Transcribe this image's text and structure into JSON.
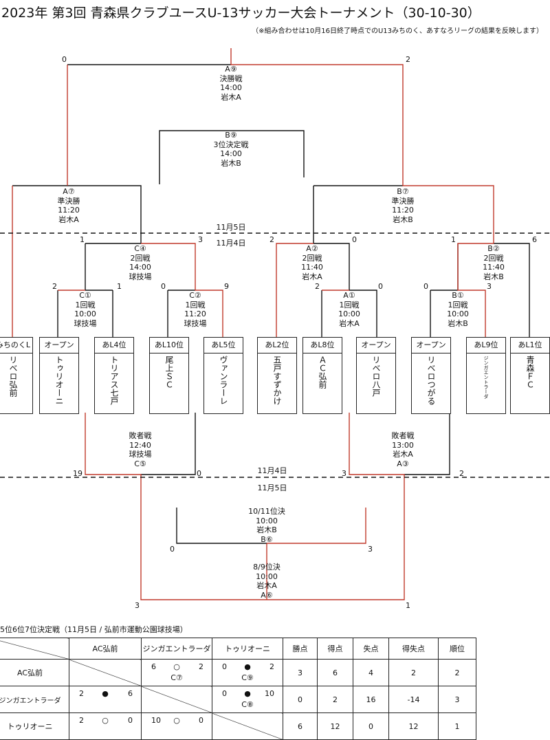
{
  "title": "2023年 第3回 青森県クラブユースU-13サッカー大会トーナメント（30-10-30）",
  "note": "（※組み合わせは10月16日終了時点でのU13みちのく、あすなろリーグの結果を反映します）",
  "days": {
    "nov5_top": "11月5日",
    "nov4_top": "11月4日",
    "nov4_bot": "11月4日",
    "nov5_bot": "11月5日"
  },
  "matches": {
    "final": {
      "code": "A⑨",
      "name": "決勝戦",
      "time": "14:00",
      "venue": "岩木A"
    },
    "third": {
      "code": "B⑨",
      "name": "3位決定戦",
      "time": "14:00",
      "venue": "岩木B"
    },
    "sfA": {
      "code": "A⑦",
      "name": "準決勝",
      "time": "11:20",
      "venue": "岩木A"
    },
    "sfB": {
      "code": "B⑦",
      "name": "準決勝",
      "time": "11:20",
      "venue": "岩木B"
    },
    "r2C": {
      "code": "C④",
      "name": "2回戦",
      "time": "14:00",
      "venue": "球技場"
    },
    "r2A": {
      "code": "A②",
      "name": "2回戦",
      "time": "11:40",
      "venue": "岩木A"
    },
    "r2B": {
      "code": "B②",
      "name": "2回戦",
      "time": "11:40",
      "venue": "岩木B"
    },
    "r1C1": {
      "code": "C①",
      "name": "1回戦",
      "time": "10:00",
      "venue": "球技場"
    },
    "r1C2": {
      "code": "C②",
      "name": "1回戦",
      "time": "11:20",
      "venue": "球技場"
    },
    "r1A1": {
      "code": "A①",
      "name": "1回戦",
      "time": "10:00",
      "venue": "岩木A"
    },
    "r1B1": {
      "code": "B①",
      "name": "1回戦",
      "time": "10:00",
      "venue": "岩木B"
    },
    "lsC": {
      "name": "敗者戦",
      "time": "12:40",
      "venue": "球技場",
      "code": "C⑤"
    },
    "lsA": {
      "name": "敗者戦",
      "time": "13:00",
      "venue": "岩木A",
      "code": "A③"
    },
    "p1011": {
      "name": "10/11位決",
      "time": "10:00",
      "venue": "岩木B",
      "code": "B⑥"
    },
    "p89": {
      "name": "8/9位決",
      "time": "10:00",
      "venue": "岩木A",
      "code": "A⑥"
    }
  },
  "scores": {
    "f_l": "0",
    "f_r": "2",
    "sfA_l": "1",
    "sfA_r": "3",
    "sfB_l": "2",
    "sfB_r": "0",
    "sfB2_l": "1",
    "sfB2_r": "6",
    "c1_l": "2",
    "c1_r": "1",
    "c2_l": "0",
    "c2_r": "9",
    "a1_l": "2",
    "a1_r": "0",
    "b1_l": "0",
    "b1_r": "3",
    "lsC_l": "19",
    "lsC_r": "0",
    "lsA_l": "3",
    "lsA_r": "2",
    "p1011_l": "0",
    "p1011_r": "3",
    "p89_l": "3",
    "p89_r": "1"
  },
  "teams": [
    {
      "tag": "みちのくL",
      "name": "リベロ弘前"
    },
    {
      "tag": "オープン",
      "name": "トゥリオーニ"
    },
    {
      "tag": "あL4位",
      "name": "トリアス七戸"
    },
    {
      "tag": "あL10位",
      "name": "尾上ＳＣ"
    },
    {
      "tag": "あL5位",
      "name": "ヴァンラーレ"
    },
    {
      "tag": "あL2位",
      "name": "五戸すずかけ"
    },
    {
      "tag": "あL8位",
      "name": "ＡＣ弘前"
    },
    {
      "tag": "オープン",
      "name": "リベロ八戸"
    },
    {
      "tag": "オープン",
      "name": "リベロつがる"
    },
    {
      "tag": "あL9位",
      "name": "ジンガエントラーダ"
    },
    {
      "tag": "あL1位",
      "name": "青森ＦＣ"
    }
  ],
  "round_robin": {
    "subtitle": "5位6位7位決定戦（11月5日 / 弘前市運動公園球技場）",
    "headers": [
      "",
      "AC弘前",
      "ジンガエントラーダ",
      "トゥリオーニ",
      "勝点",
      "得点",
      "失点",
      "得失点",
      "順位"
    ],
    "rows": [
      {
        "team": "AC弘前",
        "vs": [
          null,
          {
            "l": "6",
            "m": "○",
            "r": "2",
            "c": "C⑦"
          },
          {
            "l": "0",
            "m": "●",
            "r": "2",
            "c": "C⑨"
          }
        ],
        "pts": "3",
        "gf": "6",
        "ga": "4",
        "gd": "2",
        "rank": "2"
      },
      {
        "team": "ジンガエントラーダ",
        "vs": [
          {
            "l": "2",
            "m": "●",
            "r": "6",
            "c": ""
          },
          null,
          {
            "l": "0",
            "m": "●",
            "r": "10",
            "c": "C⑧"
          }
        ],
        "pts": "0",
        "gf": "2",
        "ga": "16",
        "gd": "-14",
        "rank": "3"
      },
      {
        "team": "トゥリオーニ",
        "vs": [
          {
            "l": "2",
            "m": "○",
            "r": "0",
            "c": ""
          },
          {
            "l": "10",
            "m": "○",
            "r": "0",
            "c": ""
          },
          null
        ],
        "pts": "6",
        "gf": "12",
        "ga": "0",
        "gd": "12",
        "rank": "1"
      }
    ]
  },
  "colors": {
    "win": "#c0392b",
    "line": "#111111"
  }
}
